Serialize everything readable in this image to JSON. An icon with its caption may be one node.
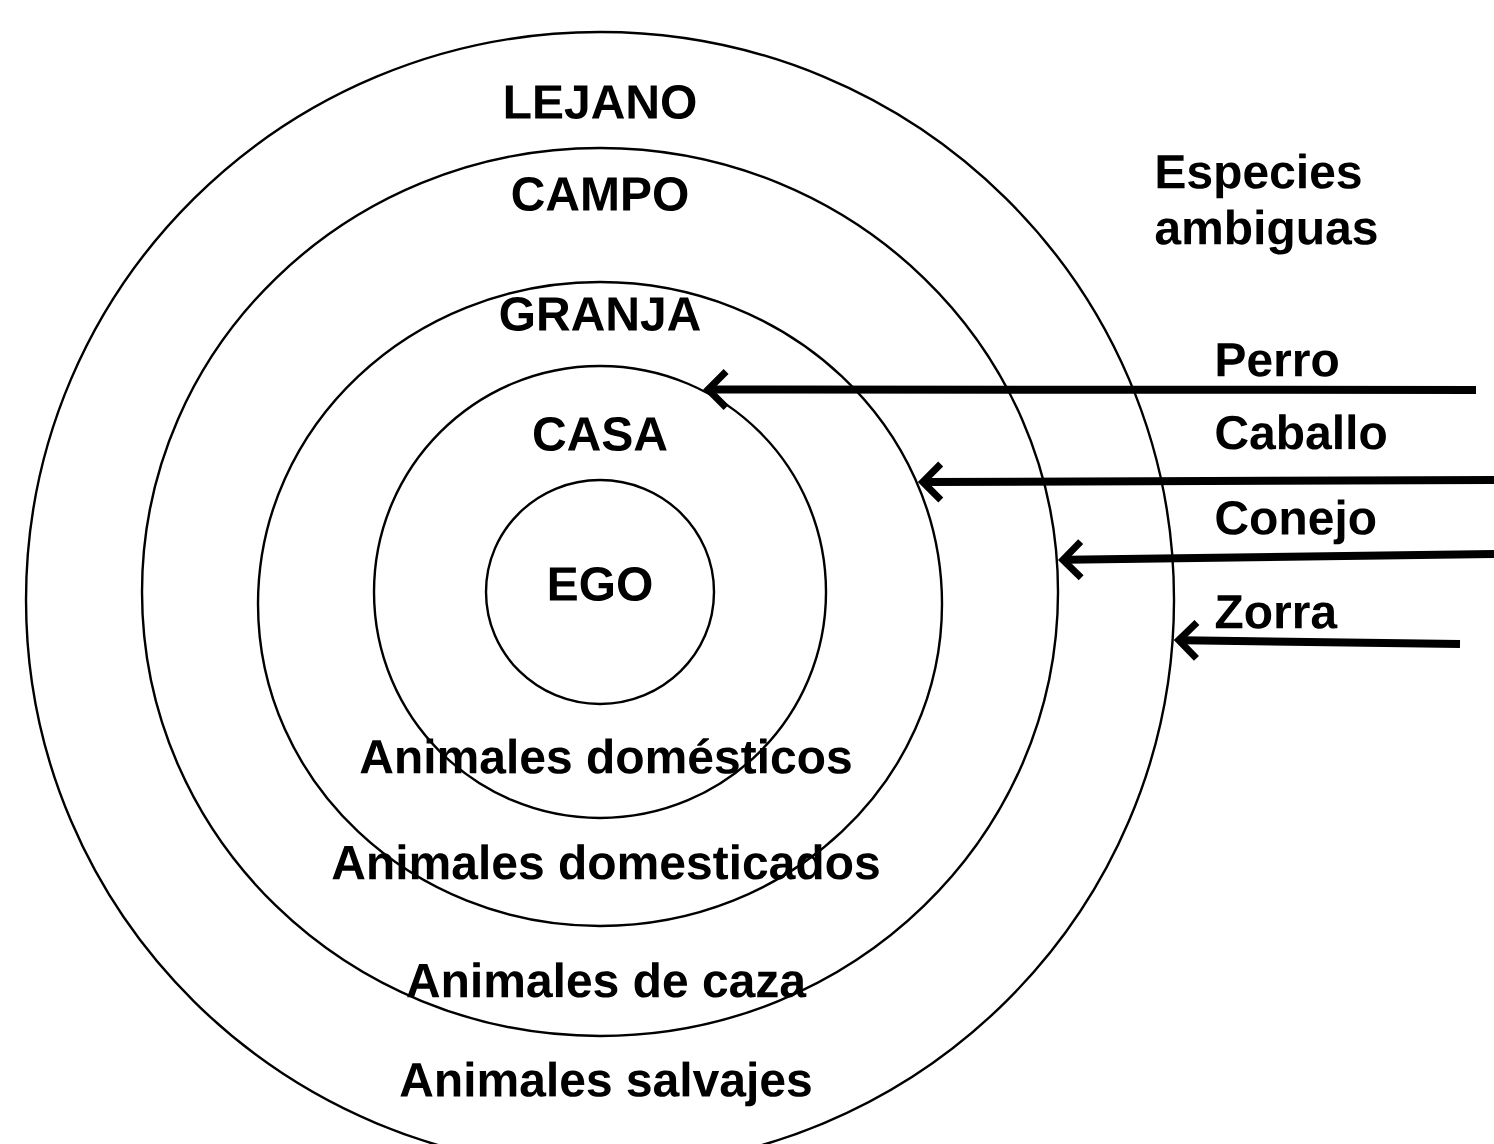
{
  "diagram": {
    "nodes": [
      {
        "text": [
          "LEJANO",
          "Animales salvajes"
        ]
      },
      {
        "text": [
          "CAMPO",
          "Animales de caza"
        ],
        "in": 0
      },
      {
        "text": [
          "GRANJA",
          "Animales domesticados"
        ],
        "in": 1
      },
      {
        "text": [
          "CASA",
          "Animales domésticos"
        ],
        "in": 2
      },
      {
        "text": [
          "EGO"
        ],
        "in": 3
      }
    ],
    "edges": [
      {
        "from": null,
        "to": 3,
        "arrow": "to",
        "label": "Perro"
      },
      {
        "from": null,
        "to": 2,
        "arrow": "to",
        "label": "Caballo"
      },
      {
        "from": null,
        "to": 1,
        "arrow": "to",
        "label": "Conejo"
      },
      {
        "from": null,
        "to": 0,
        "arrow": "to",
        "label": "Zorra"
      }
    ],
    "labels": [
      "Especies ambiguas"
    ]
  }
}
